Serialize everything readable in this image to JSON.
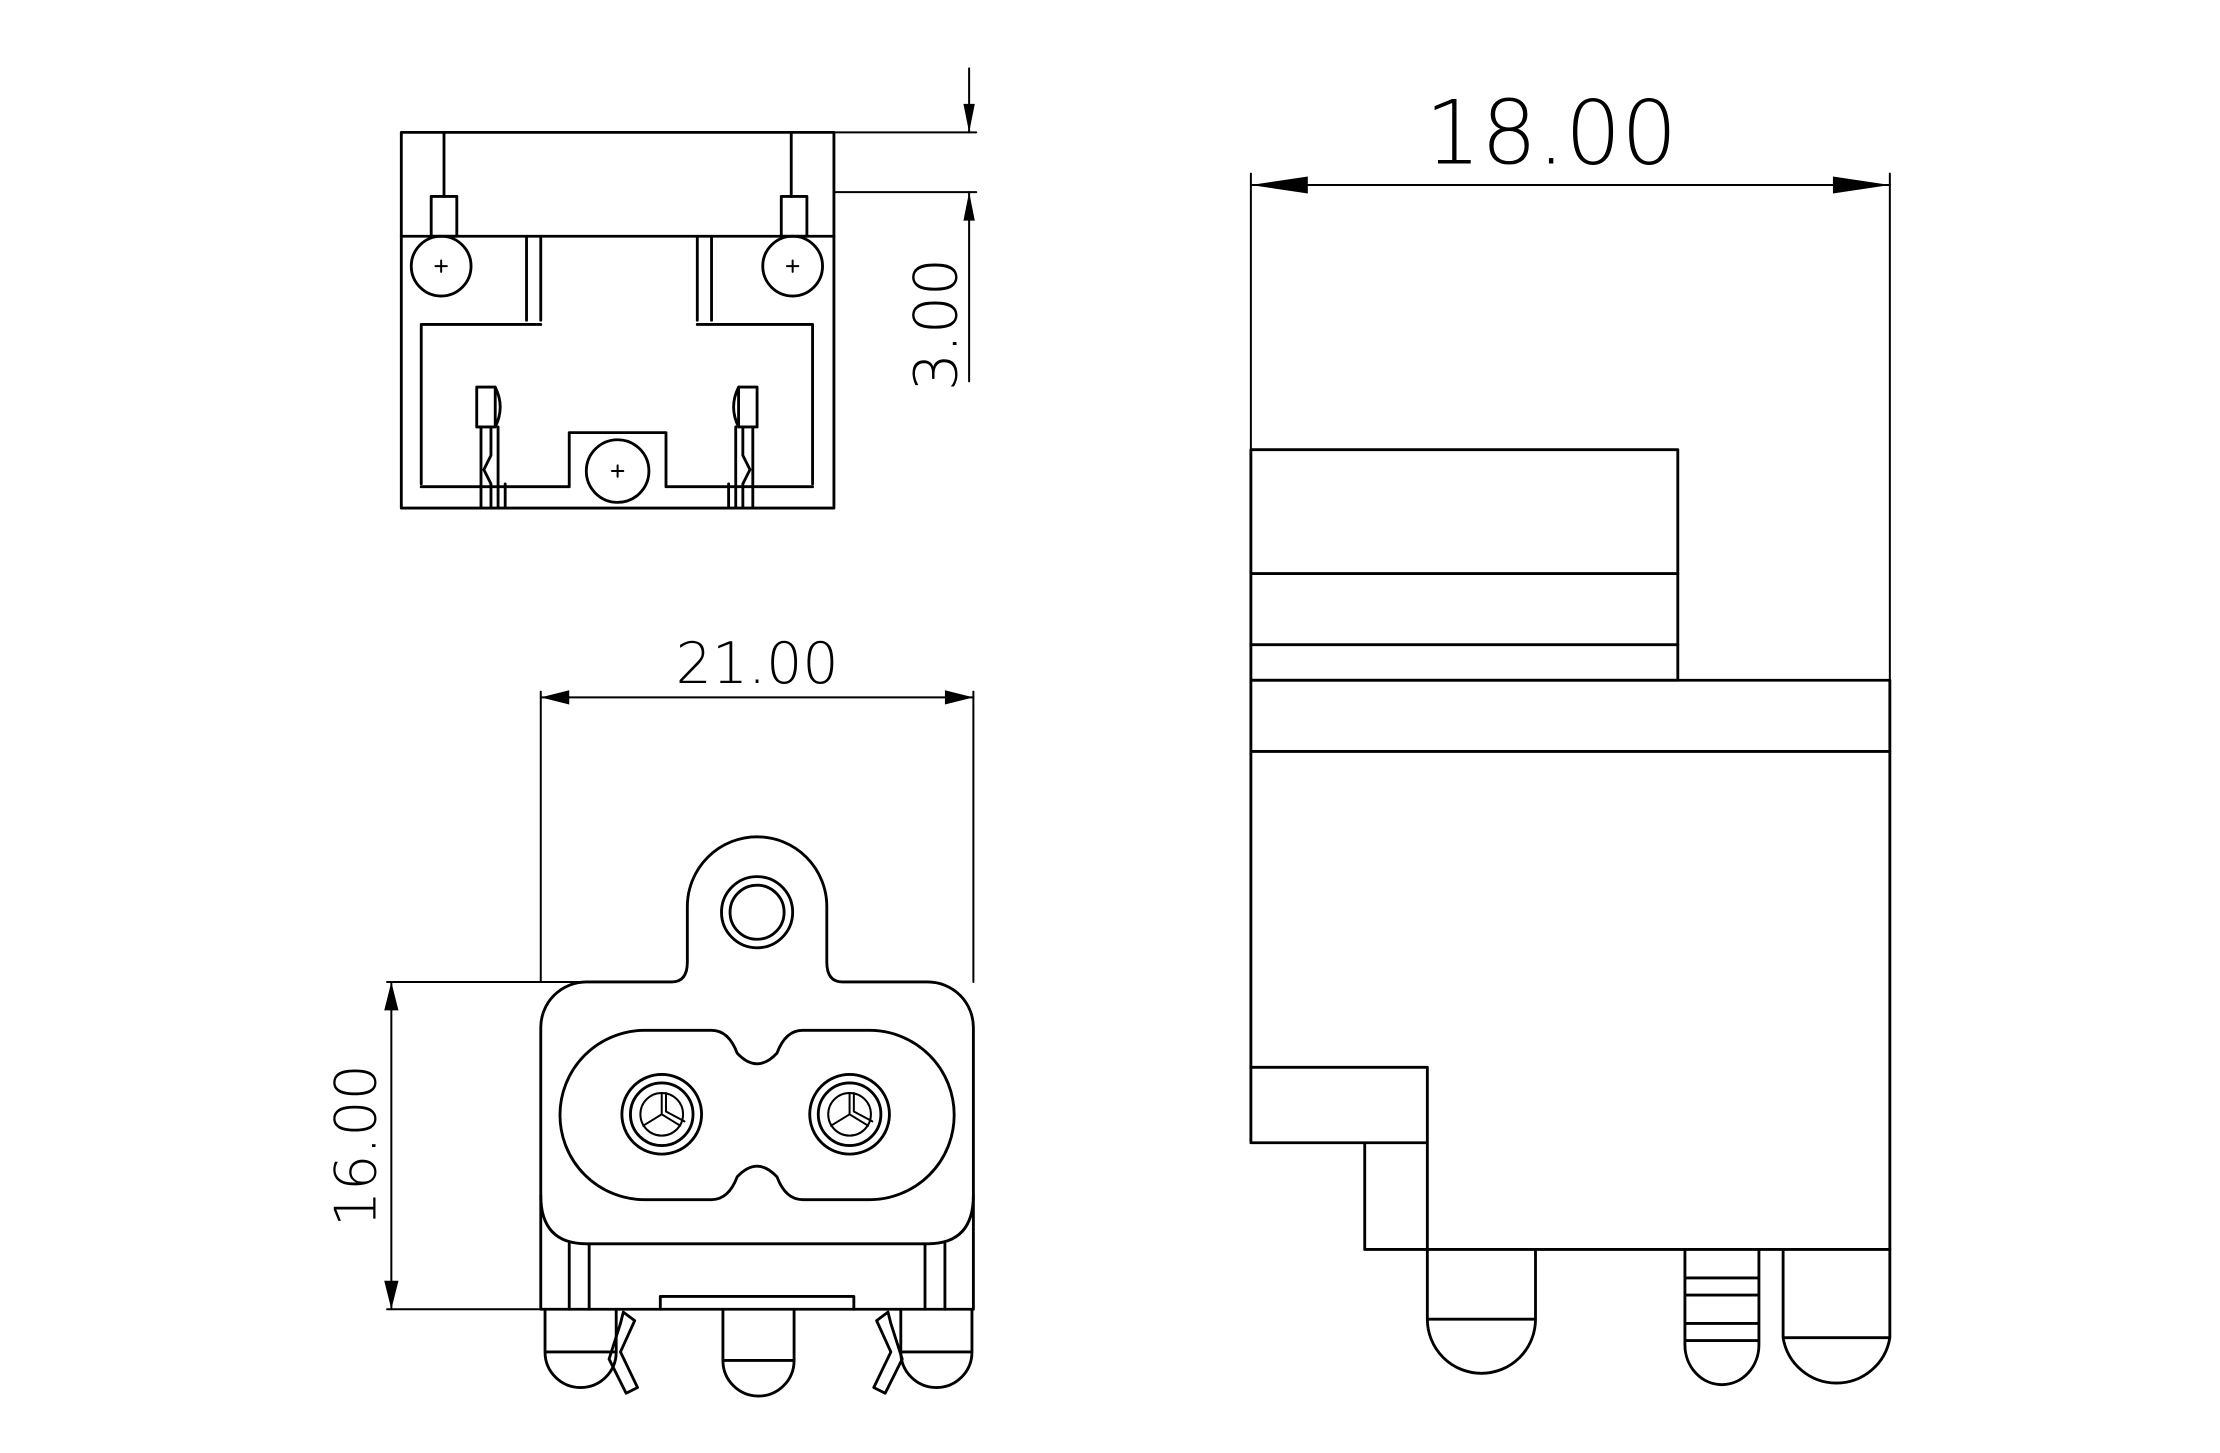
{
  "dimensions": {
    "top_width": "18.00",
    "front_width": "21.00",
    "front_height": "16.00",
    "side_offset": "3.00"
  },
  "colors": {
    "line": "#000000",
    "background": "#ffffff"
  }
}
